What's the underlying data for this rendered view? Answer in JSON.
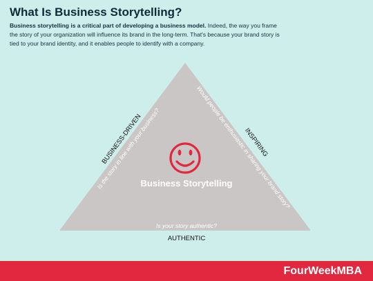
{
  "header": {
    "title": "What Is Business Storytelling?",
    "intro_lead": "Business storytelling is a critical part of developing a business model.",
    "intro_rest": " Indeed, the way you frame the story of your organization will influence its brand in the long-term. That's because your brand story is tied to your brand identity, and it enables people to identify with a company."
  },
  "diagram": {
    "center_label": "Business Storytelling",
    "icon": "smiley-face-icon",
    "sides": {
      "left": {
        "label": "BUSINESS-DRIVEN",
        "question": "Is the story in line with your business?"
      },
      "right": {
        "label": "INSPIRING",
        "question": "Would people be enthusiastic in sharing your brand story?"
      },
      "bottom": {
        "label": "AUTHENTIC",
        "question": "Is your story authentic?"
      }
    },
    "colors": {
      "triangle": "#cbc6c6",
      "smiley": "#e1283e",
      "dark_text": "#111111",
      "light_text": "#ffffff"
    }
  },
  "footer": {
    "brand": "FourWeekMBA",
    "color": "#e1283e"
  }
}
